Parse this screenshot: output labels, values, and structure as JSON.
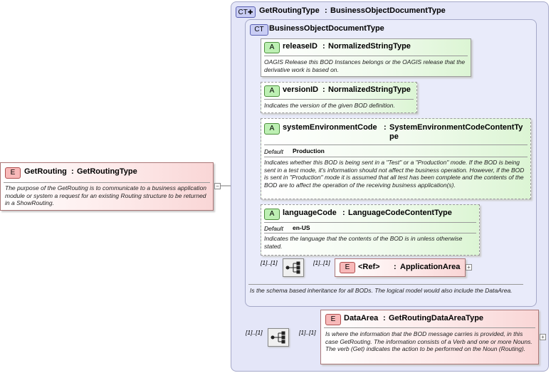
{
  "root": {
    "badge": "E",
    "name": "GetRouting",
    "sep": ":",
    "type": "GetRoutingType",
    "desc": "The purpose of the GetRouting is to communicate to a business application module or system a request for an existing Routing structure to be returned in a ShowRouting."
  },
  "complex_type": {
    "badge": "CT",
    "name": "GetRoutingType",
    "sep": ":",
    "base": "BusinessObjectDocumentType"
  },
  "base_type": {
    "badge": "CT",
    "name": "BusinessObjectDocumentType",
    "desc": "Is the schema based inheritance for all BODs. The logical model would also include the DataArea."
  },
  "attributes": [
    {
      "badge": "A",
      "name": "releaseID",
      "sep": ":",
      "type": "NormalizedStringType",
      "desc": "OAGIS Release this BOD Instances belongs or the OAGIS release that the derivative work is based on."
    },
    {
      "badge": "A",
      "name": "versionID",
      "sep": ":",
      "type": "NormalizedStringType",
      "desc": "Indicates the version of the given BOD definition."
    },
    {
      "badge": "A",
      "name": "systemEnvironmentCode",
      "sep": ":",
      "type": "SystemEnvironmentCodeContentTy pe",
      "default_label": "Default",
      "default_value": "Production",
      "desc": "Indicates whether this BOD is being sent in a \"Test\" or a \"Production\" mode. If the BOD is being sent in a test mode, it's information should not affect the business operation. However, if the BOD is sent in \"Production\" mode it is assumed that all test has been complete and the contents of the BOD are to affect the operation of the receiving business application(s)."
    },
    {
      "badge": "A",
      "name": "languageCode",
      "sep": ":",
      "type": "LanguageCodeContentType",
      "default_label": "Default",
      "default_value": "en-US",
      "desc": "Indicates the language that the contents of the BOD is in unless otherwise stated."
    }
  ],
  "app_area": {
    "badge": "E",
    "name": "<Ref>",
    "sep": ":",
    "type": "ApplicationArea",
    "card_seq": "[1]..[1]",
    "card_elem": "[1]..[1]"
  },
  "data_area": {
    "badge": "E",
    "name": "DataArea",
    "sep": ":",
    "type": "GetRoutingDataAreaType",
    "card_seq": "[1]..[1]",
    "card_elem": "[1]..[1]",
    "desc": "Is where the information that the BOD message carries is provided, in this case GetRouting. The information consists of a Verb and one or more Nouns. The verb (Get) indicates the action to be performed on the Noun (Routing)."
  },
  "icons": {
    "sequence": "sequence-icon",
    "expand": "expand-plus-icon",
    "collapse": "collapse-minus-icon"
  },
  "colors": {
    "element_badge": "#f8b9b9",
    "attribute_badge": "#bdf0b3",
    "complex_type_badge": "#c9cdf4",
    "complex_type_bg": "#e4e6f8"
  }
}
